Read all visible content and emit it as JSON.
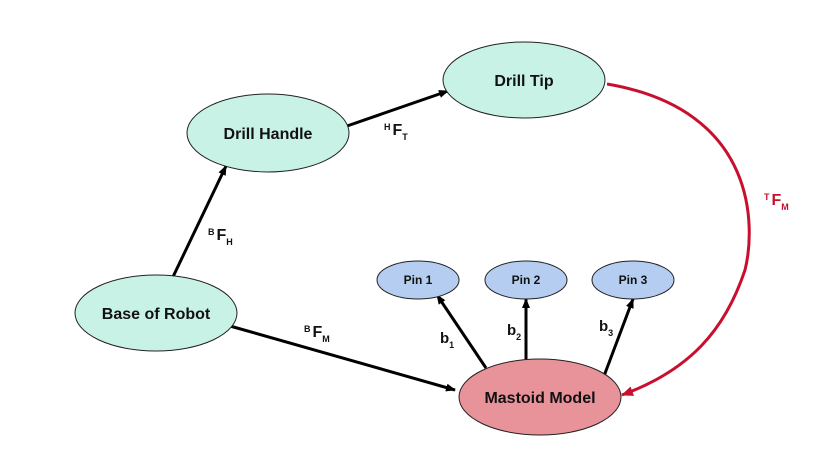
{
  "colors": {
    "robot_node": "#c9f2e6",
    "pin_node": "#b5cdf0",
    "mastoid_node": "#e8929a",
    "edge": "#000000",
    "edge_highlight": "#c8102e"
  },
  "nodes": {
    "drill_handle": "Drill Handle",
    "drill_tip": "Drill Tip",
    "base_of_robot": "Base of Robot",
    "mastoid_model": "Mastoid Model",
    "pin1": "Pin 1",
    "pin2": "Pin 2",
    "pin3": "Pin 3"
  },
  "edges": {
    "bfh": {
      "sup": "B",
      "main": "F",
      "sub": "H"
    },
    "hft": {
      "sup": "H",
      "main": "F",
      "sub": "T"
    },
    "tfm": {
      "sup": "T",
      "main": "F",
      "sub": "M"
    },
    "bfm": {
      "sup": "B",
      "main": "F",
      "sub": "M"
    },
    "b1": {
      "main": "b",
      "sub": "1"
    },
    "b2": {
      "main": "b",
      "sub": "2"
    },
    "b3": {
      "main": "b",
      "sub": "3"
    }
  }
}
